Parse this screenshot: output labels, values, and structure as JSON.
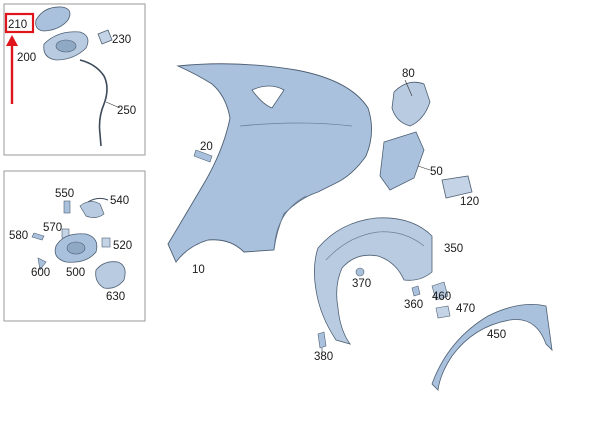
{
  "diagram": {
    "highlight_color": "#e0141b",
    "part_fill": "#a9c1dc",
    "part_stroke": "#4d5f73",
    "inset_top": {
      "labels": {
        "p210": "210",
        "p200": "200",
        "p230": "230",
        "p250": "250"
      },
      "selected": "210"
    },
    "inset_bottom": {
      "labels": {
        "p550": "550",
        "p540": "540",
        "p570": "570",
        "p580": "580",
        "p520": "520",
        "p600": "600",
        "p500": "500",
        "p630": "630"
      }
    },
    "main": {
      "labels": {
        "p80": "80",
        "p20": "20",
        "p50": "50",
        "p120": "120",
        "p10": "10",
        "p350": "350",
        "p370": "370",
        "p360": "360",
        "p460": "460",
        "p470": "470",
        "p450": "450",
        "p380": "380"
      }
    }
  }
}
